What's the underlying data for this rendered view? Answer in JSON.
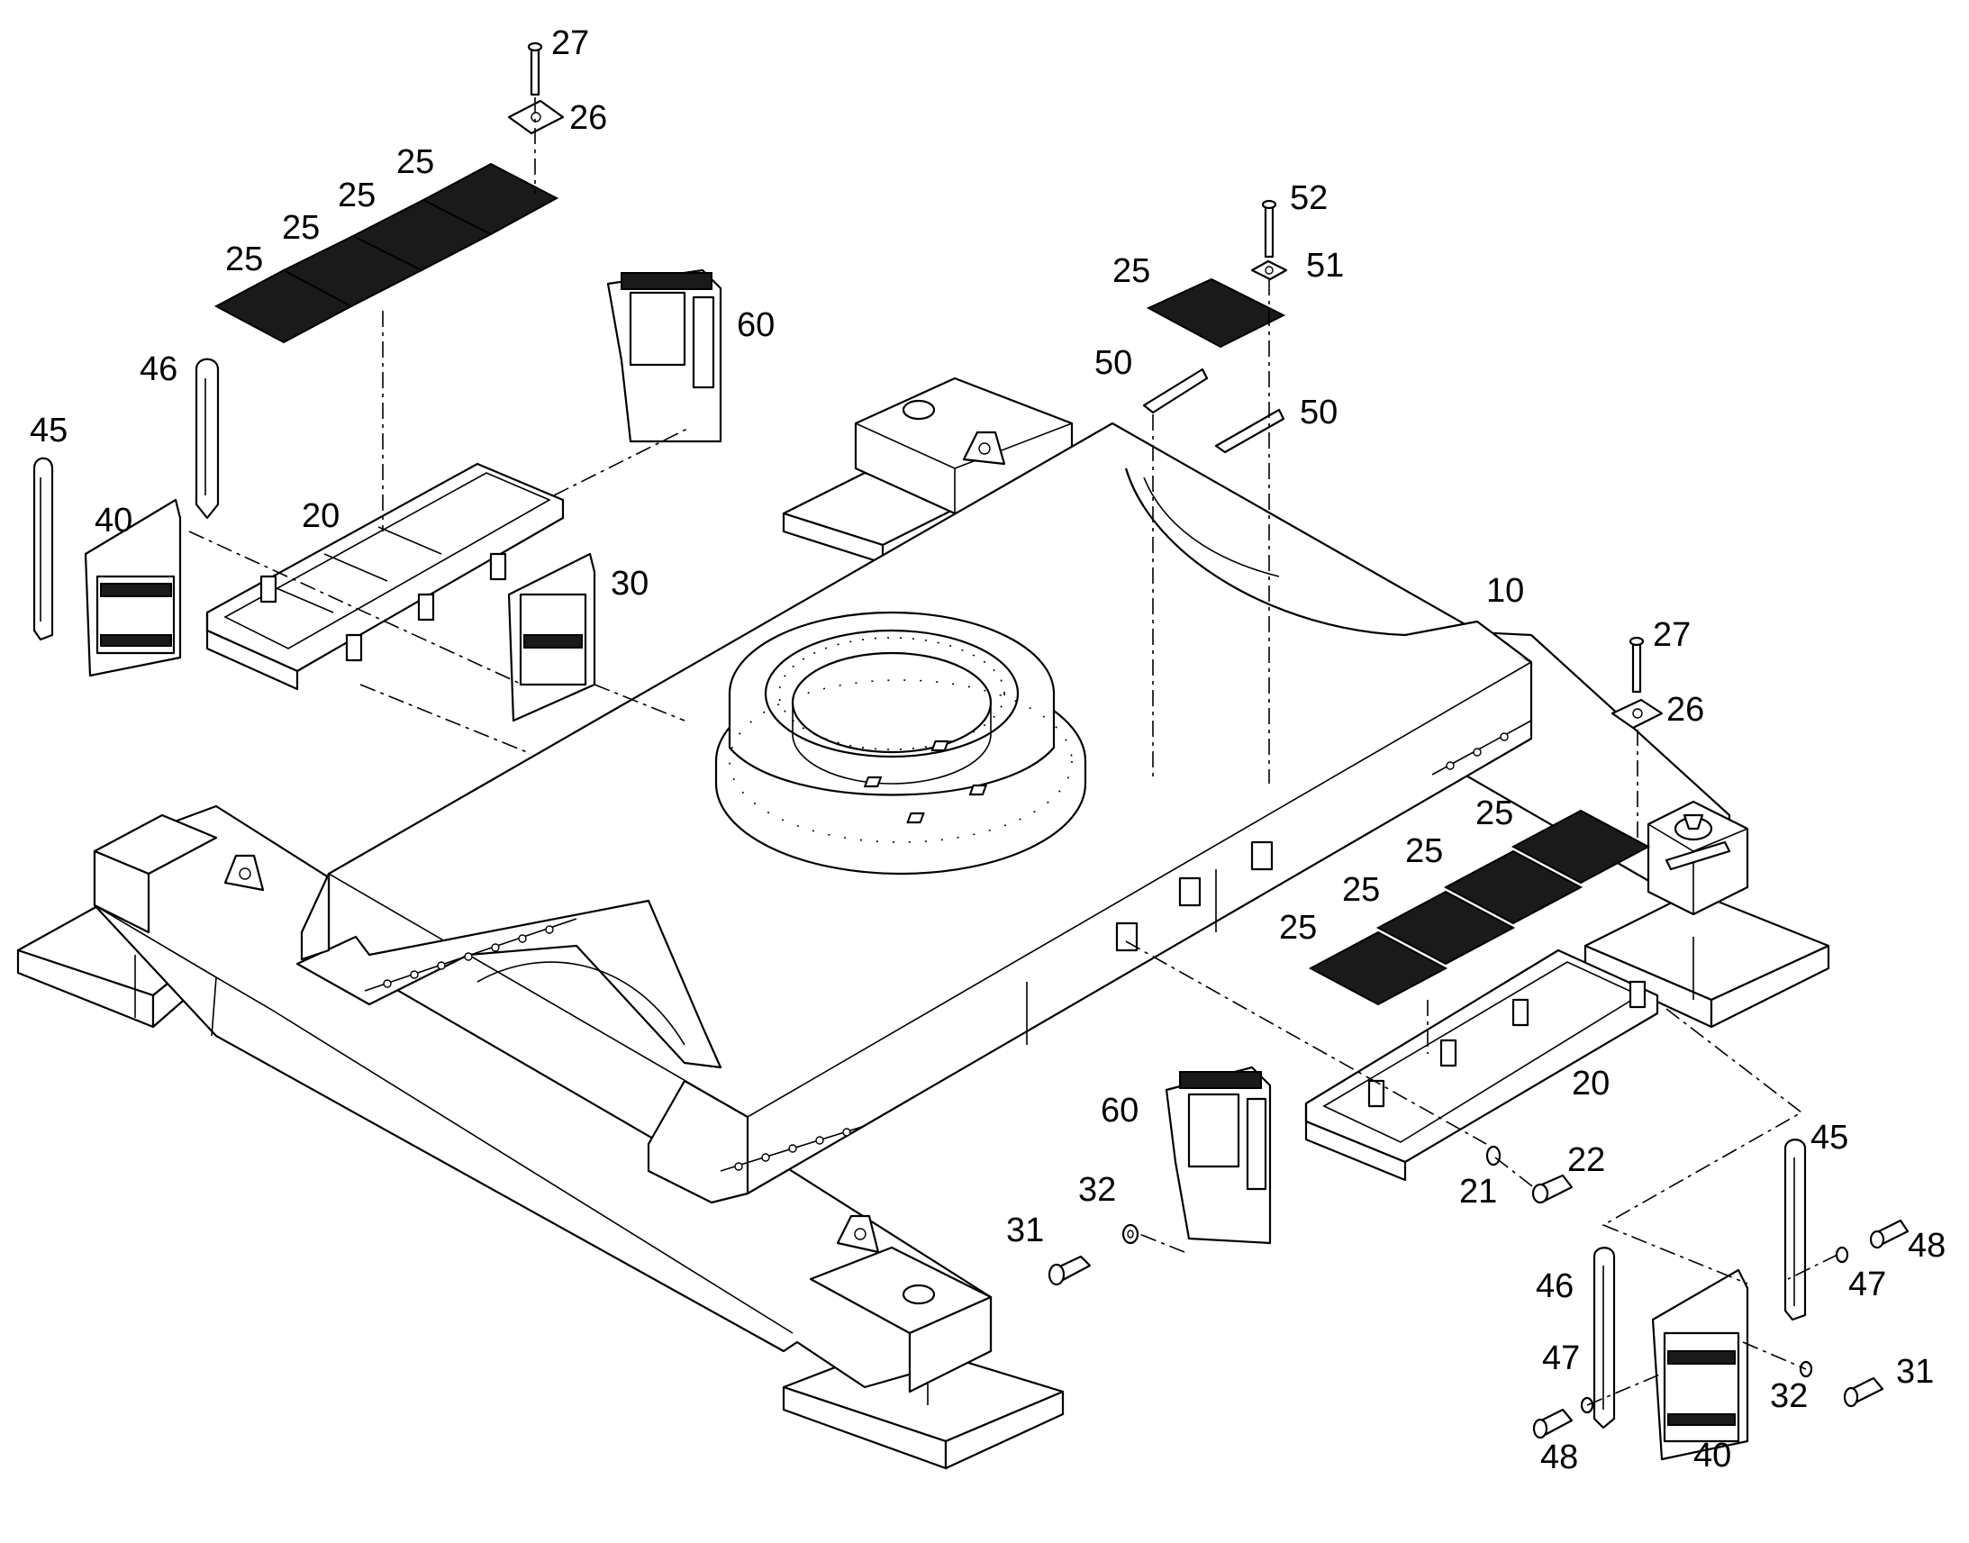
{
  "diagram": {
    "callouts": [
      {
        "id": "c1",
        "text": "27"
      },
      {
        "id": "c2",
        "text": "26"
      },
      {
        "id": "c3",
        "text": "25"
      },
      {
        "id": "c4",
        "text": "25"
      },
      {
        "id": "c5",
        "text": "25"
      },
      {
        "id": "c6",
        "text": "25"
      },
      {
        "id": "c7",
        "text": "60"
      },
      {
        "id": "c8",
        "text": "46"
      },
      {
        "id": "c9",
        "text": "45"
      },
      {
        "id": "c10",
        "text": "40"
      },
      {
        "id": "c11",
        "text": "20"
      },
      {
        "id": "c12",
        "text": "30"
      },
      {
        "id": "c13",
        "text": "52"
      },
      {
        "id": "c14",
        "text": "51"
      },
      {
        "id": "c15",
        "text": "25"
      },
      {
        "id": "c16",
        "text": "50"
      },
      {
        "id": "c17",
        "text": "50"
      },
      {
        "id": "c18",
        "text": "10"
      },
      {
        "id": "c19",
        "text": "27"
      },
      {
        "id": "c20",
        "text": "26"
      },
      {
        "id": "c21",
        "text": "25"
      },
      {
        "id": "c22",
        "text": "25"
      },
      {
        "id": "c23",
        "text": "25"
      },
      {
        "id": "c24",
        "text": "25"
      },
      {
        "id": "c25",
        "text": "20"
      },
      {
        "id": "c26",
        "text": "60"
      },
      {
        "id": "c27",
        "text": "32"
      },
      {
        "id": "c28",
        "text": "31"
      },
      {
        "id": "c29",
        "text": "21"
      },
      {
        "id": "c30",
        "text": "22"
      },
      {
        "id": "c31",
        "text": "45"
      },
      {
        "id": "c32",
        "text": "48"
      },
      {
        "id": "c33",
        "text": "47"
      },
      {
        "id": "c34",
        "text": "46"
      },
      {
        "id": "c35",
        "text": "47"
      },
      {
        "id": "c36",
        "text": "31"
      },
      {
        "id": "c37",
        "text": "32"
      },
      {
        "id": "c38",
        "text": "48"
      },
      {
        "id": "c39",
        "text": "40"
      }
    ]
  }
}
